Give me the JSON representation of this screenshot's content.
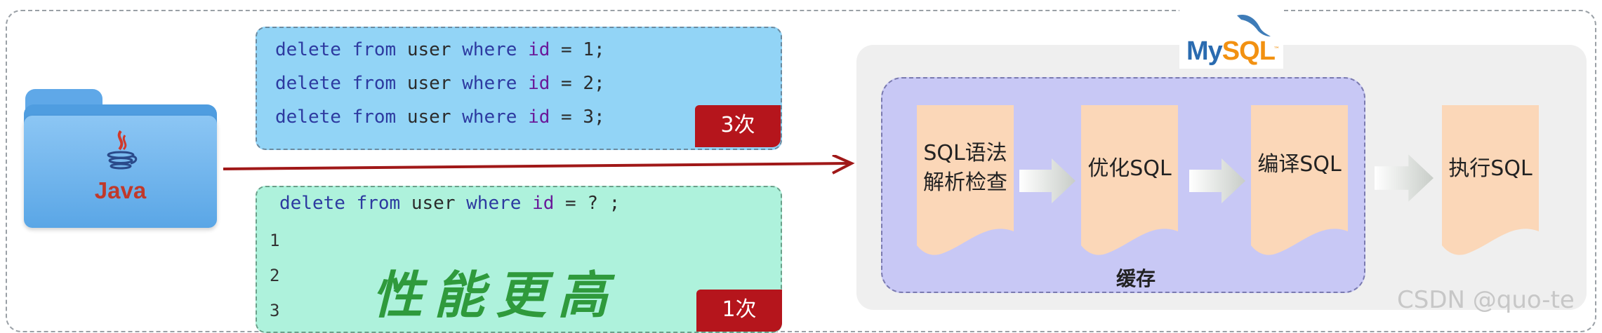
{
  "statements": [
    {
      "kw1": "delete",
      "kw2": "from",
      "t": "user",
      "kw3": "where",
      "col": "id",
      "rest": " = 1;"
    },
    {
      "kw1": "delete",
      "kw2": "from",
      "t": "user",
      "kw3": "where",
      "col": "id",
      "rest": " = 2;"
    },
    {
      "kw1": "delete",
      "kw2": "from",
      "t": "user",
      "kw3": "where",
      "col": "id",
      "rest": " = 3;"
    }
  ],
  "prepared": {
    "kw1": "delete",
    "kw2": "from",
    "t": "user",
    "kw3": "where",
    "col": "id",
    "rest": " = ? ;"
  },
  "line_numbers": [
    "1",
    "2",
    "3"
  ],
  "badge_top": "3次",
  "badge_bottom": "1次",
  "performance_text": "性能更高",
  "java_label": "Java",
  "mysql_logo": {
    "my": "My",
    "sql": "SQL",
    "tm": "™"
  },
  "steps": [
    {
      "l1": "SQL语法",
      "l2": "解析检查"
    },
    {
      "l1": "优化SQL",
      "l2": ""
    },
    {
      "l1": "编译SQL",
      "l2": ""
    },
    {
      "l1": "执行SQL",
      "l2": ""
    }
  ],
  "cache_label": "缓存",
  "watermark": "CSDN @quo-te",
  "colors": {
    "arrow": "#a01818",
    "badge": "#b5151c",
    "step_fill": "#fbd7b8",
    "cache_fill": "#c8c8f5",
    "perf": "#2f9a3c"
  }
}
